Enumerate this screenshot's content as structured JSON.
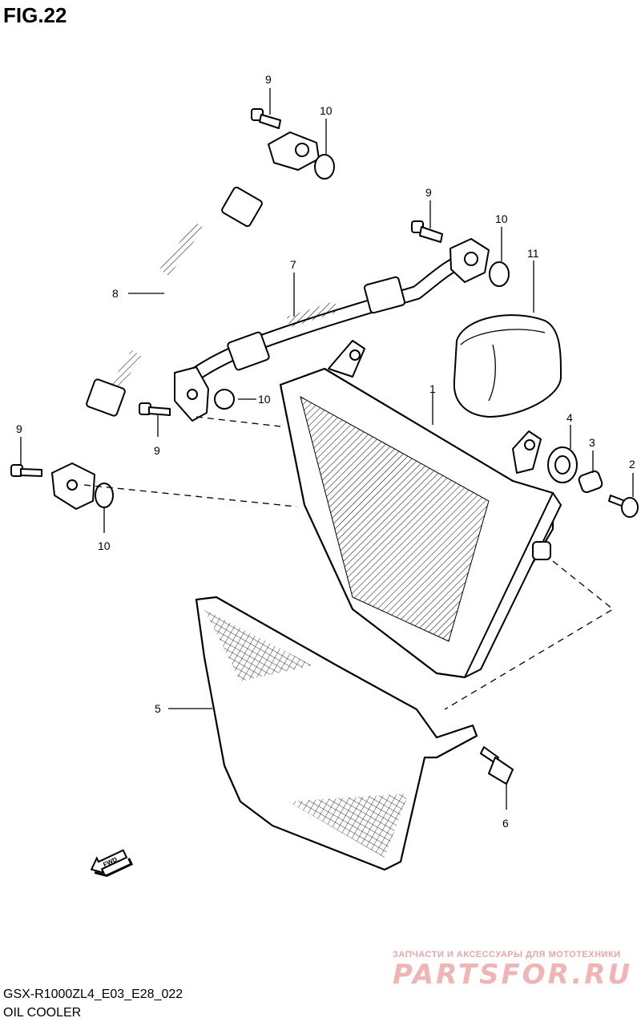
{
  "figure": {
    "title": "FIG.22"
  },
  "footer": {
    "model_code": "GSX-R1000ZL4_E03_E28_022",
    "section_name": "OIL COOLER"
  },
  "watermark": {
    "tagline": "ЗАПЧАСТИ И АКСЕССУАРЫ ДЛЯ МОТОТЕХНИКИ",
    "logo": "PARTSFOR.RU",
    "color": "#f1b4b4"
  },
  "direction_arrow": {
    "label": "FWD"
  },
  "parts": {
    "p1": "1",
    "p2": "2",
    "p3": "3",
    "p4": "4",
    "p5": "5",
    "p6": "6",
    "p7": "7",
    "p8": "8",
    "p9a": "9",
    "p9b": "9",
    "p9c": "9",
    "p9d": "9",
    "p10a": "10",
    "p10b": "10",
    "p10c": "10",
    "p10d": "10",
    "p11": "11"
  }
}
